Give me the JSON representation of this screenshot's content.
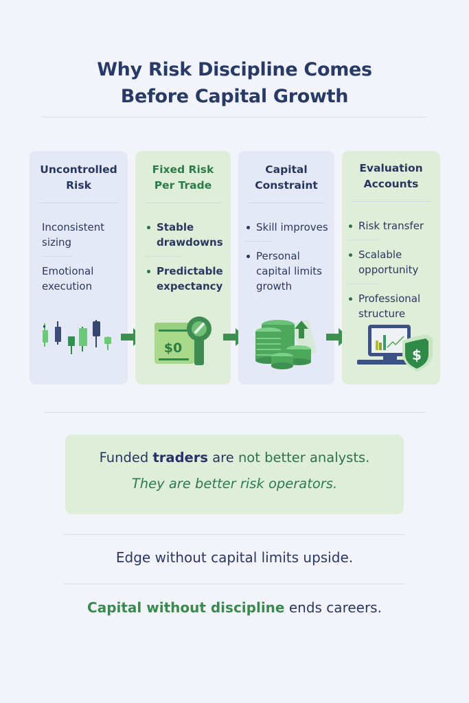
{
  "title": {
    "line1": "Why Risk Discipline Comes",
    "line2": "Before Capital Growth"
  },
  "stages": [
    {
      "title_line1": "Uncontrolled",
      "title_line2": "Risk",
      "style": "blue",
      "items": [
        "Inconsistent sizing",
        "Emotional execution"
      ],
      "icon": "candlestick-chart-icon"
    },
    {
      "title_line1": "Fixed Risk",
      "title_line2": "Per Trade",
      "style": "green",
      "items": [
        "Stable drawdowns",
        "Predictable expectancy"
      ],
      "icon": "zero-dollar-lock-icon",
      "icon_text": "$0"
    },
    {
      "title_line1": "Capital",
      "title_line2": "Constraint",
      "style": "blue",
      "items": [
        "Skill improves",
        "Personal capital limits growth"
      ],
      "icon": "coin-stacks-growth-icon"
    },
    {
      "title_line1": "Evaluation",
      "title_line2": "Accounts",
      "style": "green",
      "items": [
        "Risk transfer",
        "Scalable opportunity",
        "Professional structure"
      ],
      "icon": "laptop-shield-dollar-icon",
      "icon_text": "$"
    }
  ],
  "arrows": [
    "arrow-right-icon",
    "arrow-right-icon",
    "arrow-right-icon"
  ],
  "quote": {
    "part1": "Funded ",
    "part2_bold": "traders",
    "part3": " are ",
    "part4": "not better analysts.",
    "line2": "They are better risk operators."
  },
  "statement1": "Edge without capital limits upside.",
  "statement2": {
    "highlight": "Capital without discipline",
    "rest": " ends careers."
  },
  "colors": {
    "navy": "#27365f",
    "green_dark": "#2c7b48",
    "green_accent": "#3a8a4f",
    "card_blue": "#e4e9f5",
    "card_green": "#dfeed8",
    "background": "#f3f4f9"
  }
}
